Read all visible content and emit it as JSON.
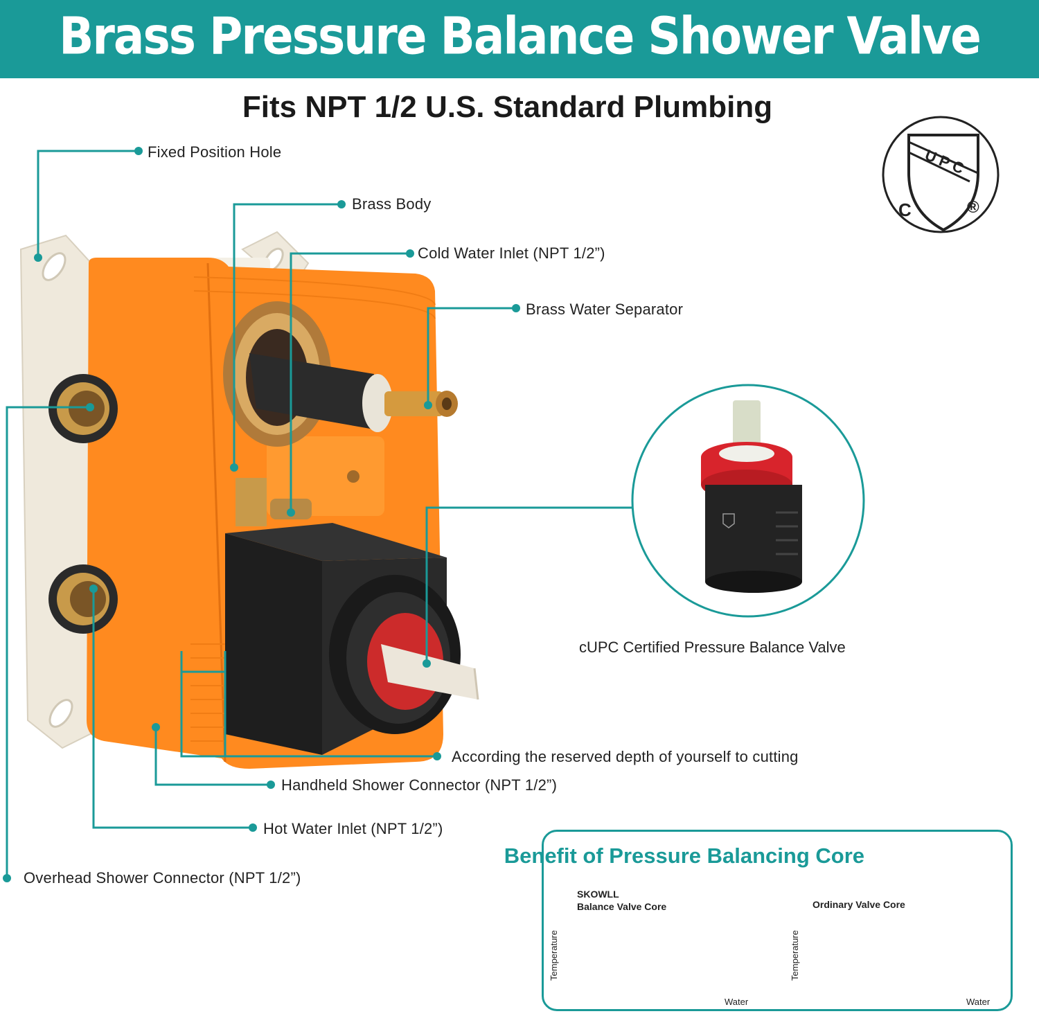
{
  "banner": {
    "title": "Brass Pressure Balance Shower Valve",
    "color": "#1a9a98"
  },
  "subtitle": "Fits NPT 1/2 U.S.  Standard Plumbing",
  "callouts": {
    "fixed_position_hole": "Fixed Position Hole",
    "brass_body": "Brass Body",
    "cold_water_inlet": "Cold Water Inlet (NPT 1/2”)",
    "brass_water_separator": "Brass Water Separator",
    "reserved_depth": "According the reserved depth of yourself to cutting",
    "handheld_shower_connector": "Handheld Shower Connector (NPT 1/2”)",
    "hot_water_inlet": "Hot Water Inlet (NPT 1/2”)",
    "overhead_shower_connector": "Overhead Shower Connector (NPT 1/2”)"
  },
  "cert": {
    "caption": "cUPC Certified Pressure Balance Valve",
    "logo_letters": "UPC",
    "logo_c": "C",
    "logo_r": "®"
  },
  "benefit": {
    "title": "Benefit of Pressure Balancing Core",
    "left_chart": {
      "label_line1": "SKOWLL",
      "label_line2": "Balance Valve Core",
      "ylabel": "Temperature",
      "xlabel": "Water"
    },
    "right_chart": {
      "label": "Ordinary Valve Core",
      "ylabel": "Temperature",
      "xlabel": "Water"
    }
  },
  "colors": {
    "accent": "#1a9a98",
    "housing": "#ff8a1f",
    "brass": "#c89a4a",
    "dark": "#2a2a2a",
    "overshoot": "#e06a6a"
  }
}
